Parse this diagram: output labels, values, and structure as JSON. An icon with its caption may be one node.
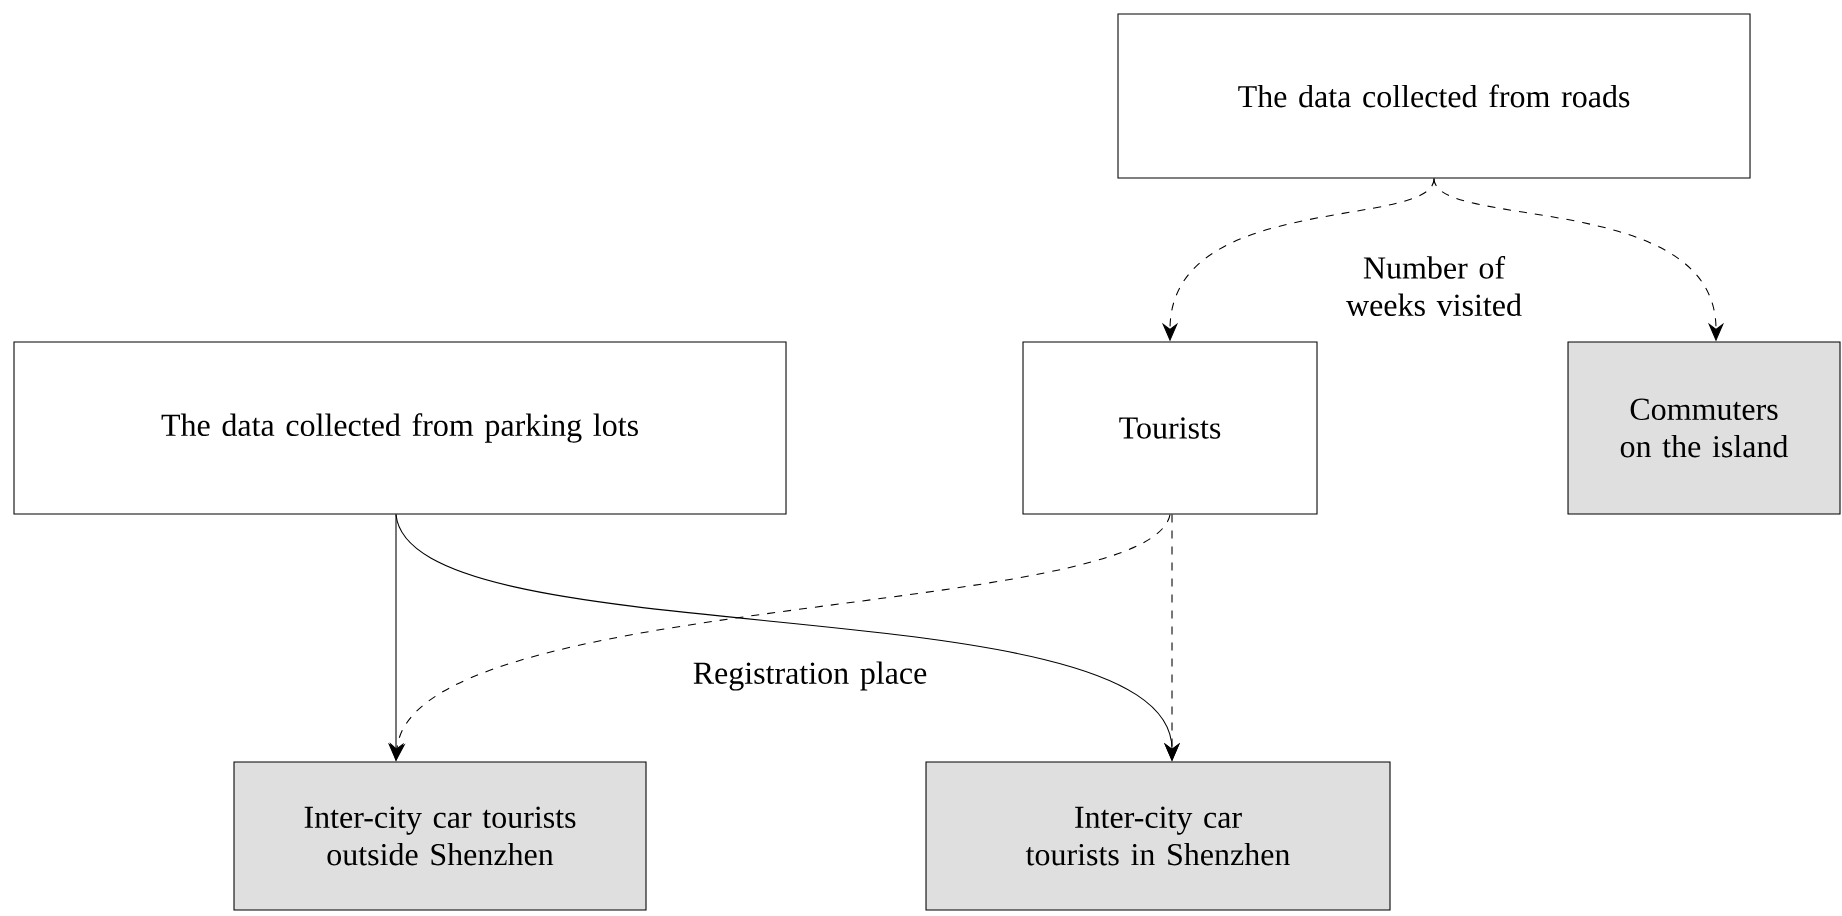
{
  "diagram": {
    "nodes": [
      {
        "text": [
          "The data collected from roads"
        ]
      },
      {
        "text": [
          "The data collected from parking lots"
        ]
      },
      {
        "text": [
          "Tourists"
        ]
      },
      {
        "text": [
          "Commuters on the island"
        ]
      },
      {
        "text": [
          "Inter-city car tourists outside Shenzhen"
        ]
      },
      {
        "text": [
          "Inter-city car tourists in Shenzhen"
        ]
      }
    ],
    "edges": [
      {
        "from": 0,
        "to": 2,
        "arrow": "to",
        "style": "dashed"
      },
      {
        "from": 0,
        "to": 3,
        "arrow": "to",
        "style": "dashed"
      },
      {
        "from": 1,
        "to": 4,
        "arrow": "to"
      },
      {
        "from": 1,
        "to": 5,
        "arrow": "to"
      },
      {
        "from": 2,
        "to": 4,
        "arrow": "to",
        "style": "dashed"
      },
      {
        "from": 2,
        "to": 5,
        "arrow": "to",
        "style": "dashed"
      }
    ],
    "labels": [
      "Number of weeks visited",
      "Registration place"
    ]
  }
}
